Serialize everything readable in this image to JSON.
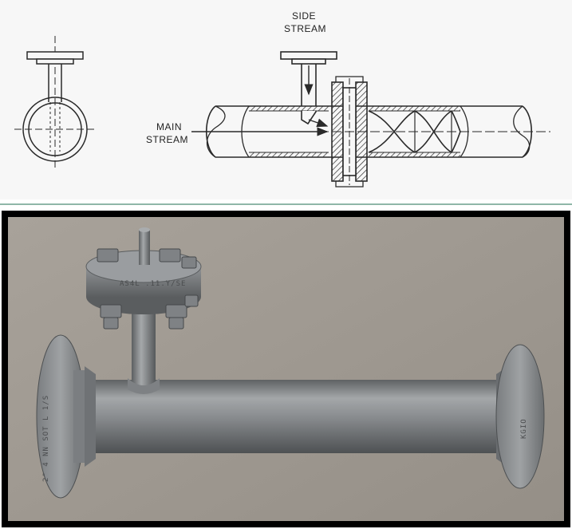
{
  "drawing": {
    "side_stream_label_line1": "SIDE",
    "side_stream_label_line2": "STREAM",
    "main_stream_label_line1": "MAIN",
    "main_stream_label_line2": "STREAM"
  },
  "photo": {
    "flange_stamp_left": "2\" 4 NN SOT L 1/S",
    "flange_stamp_right": "KGIO",
    "small_flange_stamp": "AS4L .11.Y/SE"
  },
  "colors": {
    "line": "#2a2a2a",
    "photo_background": "#a39d95",
    "steel": "#8a8d90",
    "separator": "#8fb7a8"
  }
}
